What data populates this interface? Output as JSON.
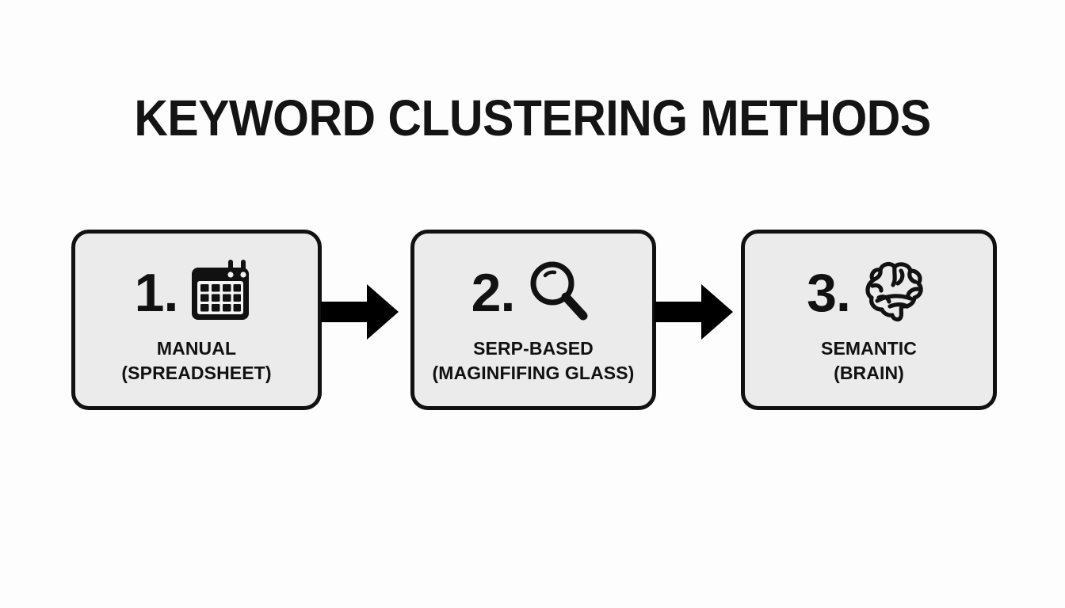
{
  "page": {
    "title": "KEYWORD CLUSTERING METHODS",
    "background_color": "#fdfdfe",
    "text_color": "#111111"
  },
  "diagram": {
    "type": "process-flow",
    "orientation": "horizontal",
    "box_fill_color": "#ebebeb",
    "box_border_color": "#111111",
    "arrow_color": "#000000",
    "steps": [
      {
        "number": "1.",
        "icon": "calendar-spreadsheet-icon",
        "label_line1": "MANUAL",
        "label_line2": "(SPREADSHEET)"
      },
      {
        "number": "2.",
        "icon": "magnifying-glass-icon",
        "label_line1": "SERP-BASED",
        "label_line2": "(MAGINFIFING GLASS)"
      },
      {
        "number": "3.",
        "icon": "brain-icon",
        "label_line1": "SEMANTIC",
        "label_line2": "(BRAIN)"
      }
    ],
    "connectors": [
      {
        "name": "arrow-step1-to-step2",
        "glyph": "right-arrow"
      },
      {
        "name": "arrow-step2-to-step3",
        "glyph": "right-arrow"
      }
    ]
  }
}
